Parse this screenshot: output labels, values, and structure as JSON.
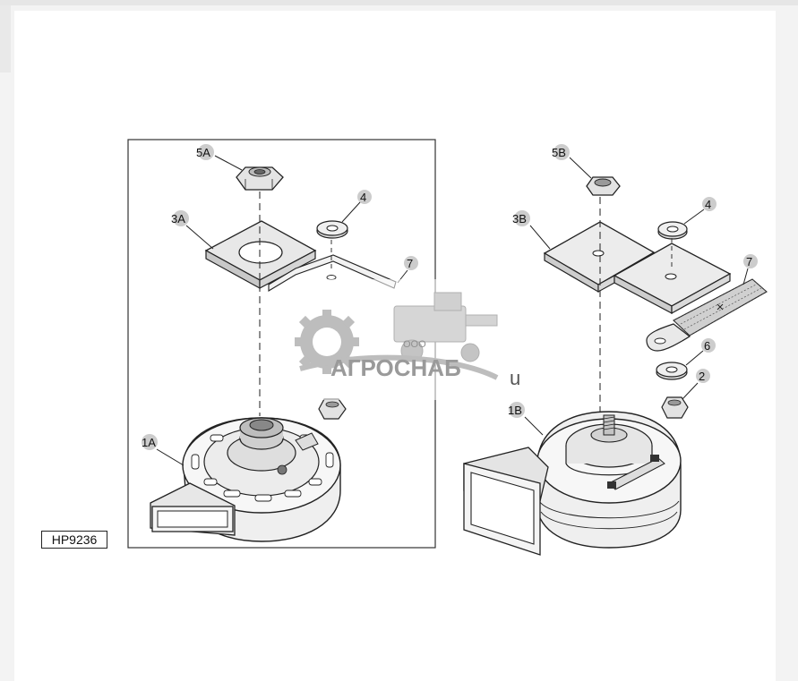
{
  "diagram": {
    "reference_code": "HP9236",
    "left_assembly": {
      "labels": [
        "5A",
        "3A",
        "4",
        "7",
        "1A"
      ]
    },
    "right_assembly": {
      "labels": [
        "5B",
        "3B",
        "4",
        "7",
        "6",
        "2",
        "1B"
      ]
    }
  },
  "watermark": {
    "text": "АГРОСНАБ",
    "prefix": "ООО",
    "trailing": "u"
  }
}
